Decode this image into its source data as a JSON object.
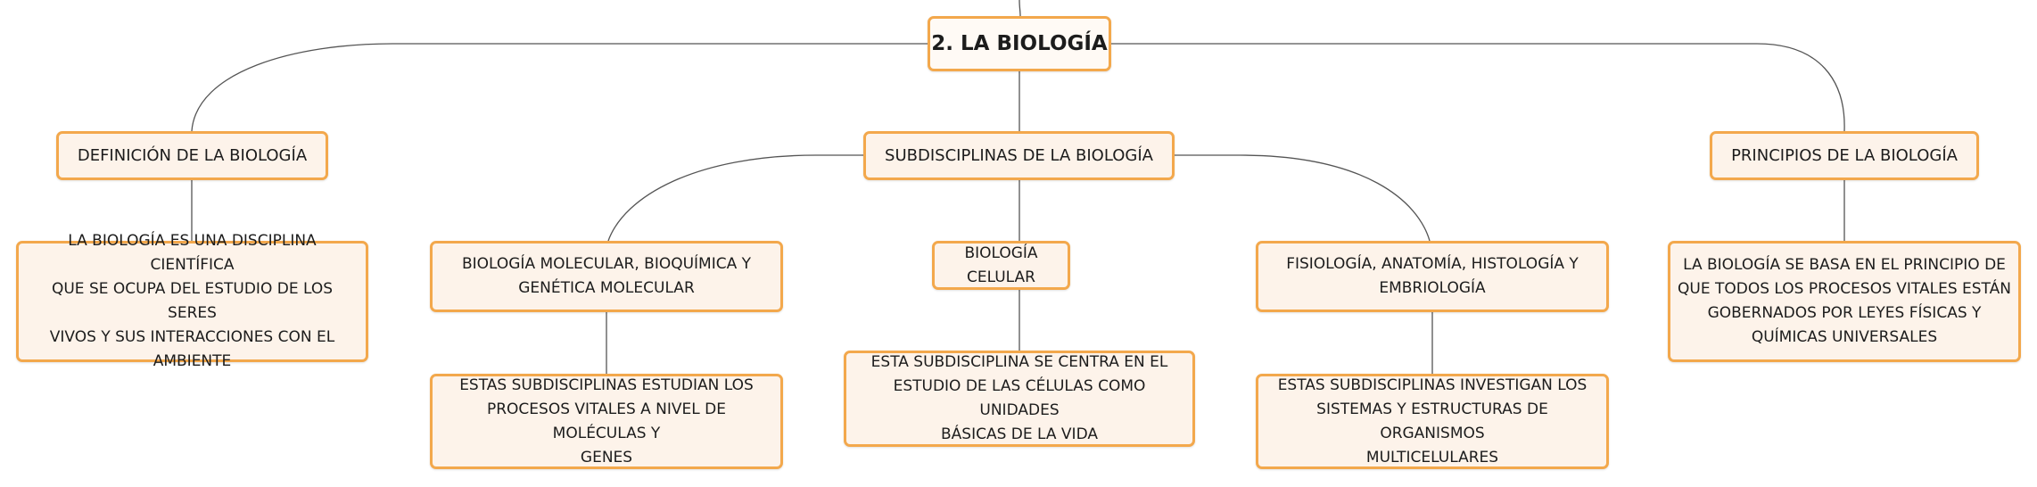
{
  "diagram": {
    "root": {
      "label": "2. LA BIOLOGÍA"
    },
    "branches": {
      "definicion": {
        "label": "DEFINICIÓN DE LA BIOLOGÍA",
        "lines": [
          "LA BIOLOGÍA ES UNA DISCIPLINA CIENTÍFICA",
          "QUE SE OCUPA DEL ESTUDIO DE LOS SERES",
          "VIVOS Y SUS INTERACCIONES CON EL",
          "AMBIENTE"
        ]
      },
      "subdisciplinas": {
        "label": "SUBDISCIPLINAS DE LA BIOLOGÍA",
        "molecular": {
          "lines": [
            "BIOLOGÍA MOLECULAR, BIOQUÍMICA Y",
            "GENÉTICA MOLECULAR"
          ],
          "detail": [
            "ESTAS SUBDISCIPLINAS ESTUDIAN LOS",
            "PROCESOS VITALES A NIVEL DE MOLÉCULAS Y",
            "GENES"
          ]
        },
        "celular": {
          "label": "BIOLOGÍA CELULAR",
          "detail": [
            "ESTA SUBDISCIPLINA SE CENTRA EN EL",
            "ESTUDIO DE LAS CÉLULAS COMO UNIDADES",
            "BÁSICAS DE LA VIDA"
          ]
        },
        "fisiologia": {
          "lines": [
            "FISIOLOGÍA, ANATOMÍA, HISTOLOGÍA Y",
            "EMBRIOLOGÍA"
          ],
          "detail": [
            "ESTAS SUBDISCIPLINAS INVESTIGAN LOS",
            "SISTEMAS Y ESTRUCTURAS DE ORGANISMOS",
            "MULTICELULARES"
          ]
        }
      },
      "principios": {
        "label": "PRINCIPIOS DE LA BIOLOGÍA",
        "lines": [
          "LA BIOLOGÍA SE BASA EN EL PRINCIPIO DE",
          "QUE TODOS LOS PROCESOS VITALES ESTÁN",
          "GOBERNADOS POR LEYES FÍSICAS Y",
          "QUÍMICAS UNIVERSALES"
        ]
      }
    },
    "colors": {
      "node_border": "#f3a84c",
      "node_fill": "#fdf3ea",
      "connector": "#555555",
      "text": "#1c1c1c"
    }
  }
}
